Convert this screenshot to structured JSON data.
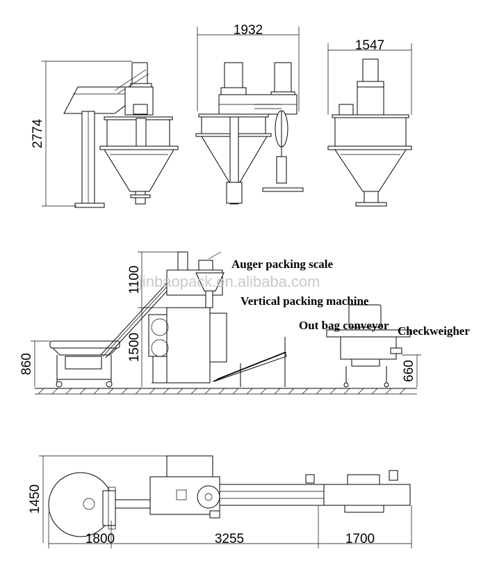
{
  "dimensions": {
    "front_width": "1932",
    "side_width": "1547",
    "overall_height": "2774",
    "auger_height": "1100",
    "packer_height": "1500",
    "feeder_height": "860",
    "checkweigher_height": "660",
    "plan_depth": "1450",
    "plan_len_feeder": "1800",
    "plan_len_packer": "3255",
    "plan_len_checkweigher": "1700"
  },
  "labels": {
    "auger": "Auger packing scale",
    "vertical": "Vertical packing machine",
    "conveyor": "Out bag conveyor",
    "checkweigher": "Checkweigher"
  },
  "watermark": "jinbaopack.en.alibaba.com"
}
